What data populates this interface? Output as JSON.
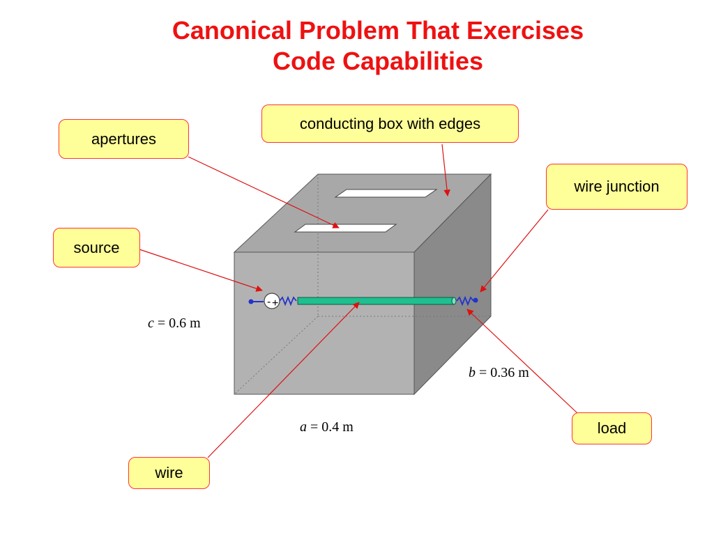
{
  "title": {
    "line1": "Canonical Problem That Exercises",
    "line2": "Code Capabilities"
  },
  "callouts": {
    "box": "conducting box with edges",
    "apertures": "apertures",
    "wire_junction": "wire junction",
    "source": "source",
    "wire": "wire",
    "load": "load"
  },
  "dimensions": {
    "c": {
      "var": "c",
      "text": " = 0.6 m"
    },
    "b": {
      "var": "b",
      "text": " = 0.36 m"
    },
    "a": {
      "var": "a",
      "text": " = 0.4 m"
    }
  },
  "source_symbol": {
    "minus": "-",
    "plus": "+"
  },
  "colors": {
    "title": "#ee1111",
    "callout_fill": "#ffff99",
    "callout_border": "#ff3333",
    "leader": "#dd1111",
    "box_front": "#b2b2b2",
    "box_top": "#a8a8a8",
    "box_side": "#8a8a8a",
    "wire_fill": "#1fbf8f",
    "coil": "#2233cc"
  }
}
